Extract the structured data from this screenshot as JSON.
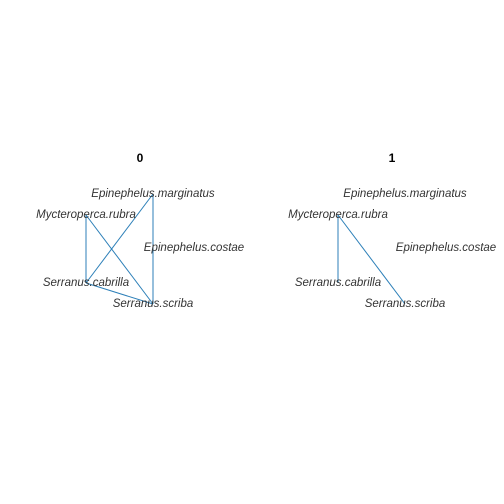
{
  "panels": [
    {
      "title": "0",
      "nodes": [
        {
          "id": "em",
          "label": "Epinephelus.marginatus"
        },
        {
          "id": "mr",
          "label": "Mycteroperca.rubra"
        },
        {
          "id": "ec",
          "label": "Epinephelus.costae"
        },
        {
          "id": "sc",
          "label": "Serranus.cabrilla"
        },
        {
          "id": "ss",
          "label": "Serranus.scriba"
        }
      ],
      "edges": [
        [
          "mr",
          "sc"
        ],
        [
          "mr",
          "ss"
        ],
        [
          "em",
          "sc"
        ],
        [
          "em",
          "ss"
        ],
        [
          "sc",
          "ss"
        ]
      ]
    },
    {
      "title": "1",
      "nodes": [
        {
          "id": "em",
          "label": "Epinephelus.marginatus"
        },
        {
          "id": "mr",
          "label": "Mycteroperca.rubra"
        },
        {
          "id": "ec",
          "label": "Epinephelus.costae"
        },
        {
          "id": "sc",
          "label": "Serranus.cabrilla"
        },
        {
          "id": "ss",
          "label": "Serranus.scriba"
        }
      ],
      "edges": [
        [
          "mr",
          "sc"
        ],
        [
          "mr",
          "ss"
        ]
      ]
    }
  ]
}
